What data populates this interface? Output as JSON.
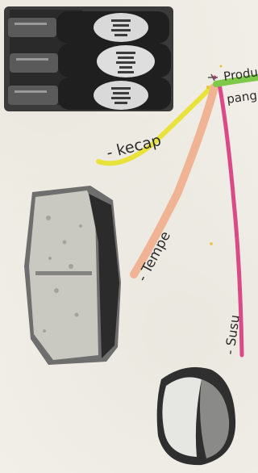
{
  "annotations": {
    "main_label_line1": "Produ",
    "main_label_line2": "pang",
    "kecap": "- kecap",
    "tempe": "- Tempe",
    "susu": "- Susu"
  },
  "colors": {
    "kecap_line": "#e9e23a",
    "tempe_line": "#f0b495",
    "susu_line": "#d94a86",
    "top_line": "#7ec84a",
    "ink": "#2a2a2a"
  }
}
